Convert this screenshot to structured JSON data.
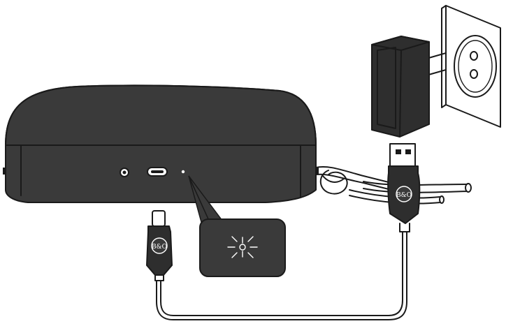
{
  "figure": {
    "logo_text": "B&O",
    "colors": {
      "device_body": "#3a3a3a",
      "charger": "#2e2e2e",
      "outline": "#1a1a1a",
      "background": "#ffffff",
      "callout": "#3a3a3a"
    },
    "icons": [
      "speaker-device",
      "power-adapter",
      "wall-socket",
      "usb-a-plug",
      "usb-c-plug",
      "status-light-blink-icon",
      "bo-logo"
    ]
  }
}
